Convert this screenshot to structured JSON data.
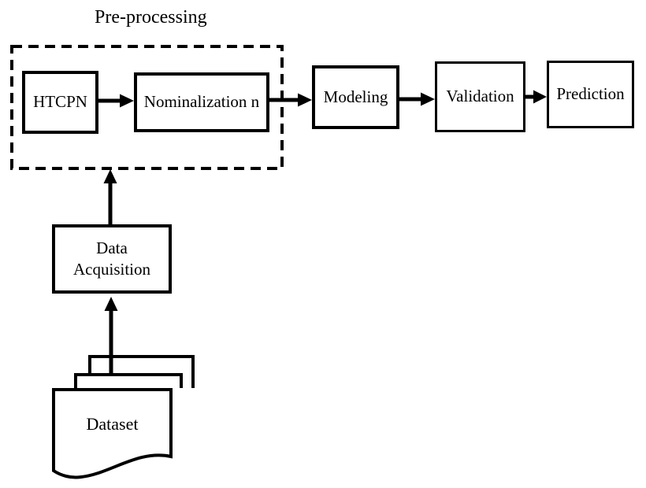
{
  "group": {
    "label": "Pre-processing"
  },
  "nodes": {
    "htcpn": {
      "label": "HTCPN"
    },
    "nominalization": {
      "label": "Nominalization n"
    },
    "modeling": {
      "label": "Modeling"
    },
    "validation": {
      "label": "Validation"
    },
    "prediction": {
      "label": "Prediction"
    },
    "data_acquisition": {
      "label": "Data Acquisition"
    },
    "dataset": {
      "label": "Dataset"
    }
  },
  "edges": [
    {
      "from": "Dataset",
      "to": "Data Acquisition"
    },
    {
      "from": "Data Acquisition",
      "to": "Pre-processing"
    },
    {
      "from": "HTCPN",
      "to": "Nominalization n"
    },
    {
      "from": "Nominalization n",
      "to": "Modeling"
    },
    {
      "from": "Modeling",
      "to": "Validation"
    },
    {
      "from": "Validation",
      "to": "Prediction"
    }
  ],
  "colors": {
    "line": "#000000",
    "background": "#ffffff",
    "node_fill": "#ffffff",
    "text": "#000000"
  }
}
